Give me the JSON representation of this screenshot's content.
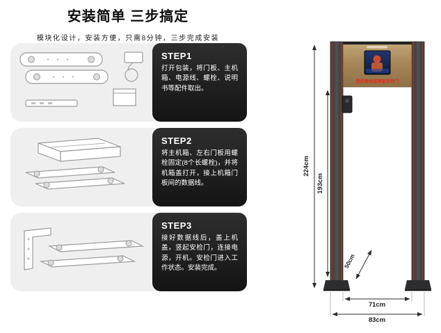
{
  "header": {
    "title": "安装简单 三步搞定",
    "subtitle": "模块化设计，安装方便，只需8分钟，三步完成安装"
  },
  "steps": [
    {
      "label": "STEP1",
      "text": "打开包装，将门板、主机箱、电源线、螺栓、说明书等配件取出。"
    },
    {
      "label": "STEP2",
      "text": "将主机箱、左右门板用螺栓固定(8个长螺栓)，并将机箱盖打开，接上机箱门板间的数据线。"
    },
    {
      "label": "STEP3",
      "text": "接好数据线后，盖上机盖，竖起安检门，连接电源，开机。安检门进入工作状态。安装完成。"
    }
  ],
  "product": {
    "led_text": "热成像体温筛查安检门",
    "dimensions": {
      "total_height": "224cm",
      "inner_height": "193cm",
      "depth": "50cm",
      "inner_width": "71cm",
      "outer_width": "83cm"
    },
    "colors": {
      "crossbar_gold": "#a8885a",
      "post_dark": "#3e3e40",
      "post_strip_maroon": "#7a4334",
      "led_red": "#e02b1d",
      "panel_black": "#1a1a1a"
    }
  }
}
